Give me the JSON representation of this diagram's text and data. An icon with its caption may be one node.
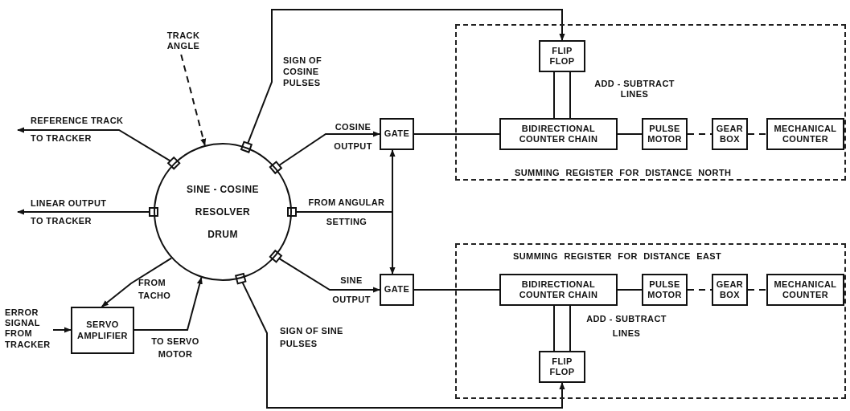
{
  "diagram": {
    "nodes": [
      {
        "text": [
          "TRACK ANGLE"
        ]
      },
      {
        "text": [
          "SINE - COSINE RESOLVER DRUM"
        ]
      },
      {
        "text": [
          "GATE"
        ]
      },
      {
        "text": [
          "SUMMING REGISTER FOR DISTANCE NORTH"
        ]
      },
      {
        "text": [
          "FLIP FLOP"
        ],
        "in": 3
      },
      {
        "text": [
          "BIDIRECTIONAL COUNTER CHAIN"
        ],
        "in": 3
      },
      {
        "text": [
          "PULSE MOTOR"
        ],
        "in": 3
      },
      {
        "text": [
          "GEAR BOX"
        ],
        "in": 3
      },
      {
        "text": [
          "MECHANICAL COUNTER"
        ],
        "in": 3
      },
      {
        "text": [
          "GATE"
        ]
      },
      {
        "text": [
          "SUMMING REGISTER FOR DISTANCE EAST"
        ]
      },
      {
        "text": [
          "BIDIRECTIONAL COUNTER CHAIN"
        ],
        "in": 10
      },
      {
        "text": [
          "PULSE MOTOR"
        ],
        "in": 10
      },
      {
        "text": [
          "GEAR BOX"
        ],
        "in": 10
      },
      {
        "text": [
          "MECHANICAL COUNTER"
        ],
        "in": 10
      },
      {
        "text": [
          "FLIP FLOP"
        ],
        "in": 10
      },
      {
        "text": [
          "ERROR SIGNAL FROM TRACKER"
        ]
      },
      {
        "text": [
          "SERVO AMPLIFIER"
        ]
      }
    ],
    "edges": [
      {
        "from": 0,
        "to": 1,
        "arrow": "to",
        "style": "dashed"
      },
      {
        "from": 1,
        "to": null,
        "arrow": "to",
        "label": "REFERENCE TRACK TO TRACKER"
      },
      {
        "from": 1,
        "to": null,
        "arrow": "to",
        "label": "LINEAR OUTPUT TO TRACKER"
      },
      {
        "from": 1,
        "to": 4,
        "arrow": "to",
        "label": "SIGN OF COSINE PULSES"
      },
      {
        "from": 1,
        "to": 2,
        "arrow": "to",
        "label": "COSINE OUTPUT"
      },
      {
        "from": 1,
        "to": 2,
        "arrow": "to",
        "label": "FROM ANGULAR SETTING"
      },
      {
        "from": 1,
        "to": 9,
        "arrow": "to"
      },
      {
        "from": 1,
        "to": 9,
        "arrow": "to",
        "label": "SINE OUTPUT"
      },
      {
        "from": 1,
        "to": 15,
        "arrow": "to",
        "label": "SIGN OF SINE PULSES"
      },
      {
        "from": 1,
        "to": 17,
        "arrow": "to",
        "label": "FROM TACHO"
      },
      {
        "from": 17,
        "to": 1,
        "arrow": "to",
        "label": "TO SERVO MOTOR"
      },
      {
        "from": 16,
        "to": 17,
        "arrow": "to"
      },
      {
        "from": 2,
        "to": 5,
        "arrow": "none"
      },
      {
        "from": 4,
        "to": 5,
        "arrow": "none"
      },
      {
        "from": 4,
        "to": 5,
        "arrow": "none",
        "label": "ADD - SUBTRACT LINES"
      },
      {
        "from": 5,
        "to": 6,
        "arrow": "none"
      },
      {
        "from": 6,
        "to": 7,
        "arrow": "none",
        "style": "dashed"
      },
      {
        "from": 7,
        "to": 8,
        "arrow": "none",
        "style": "dashed"
      },
      {
        "from": 9,
        "to": 11,
        "arrow": "none"
      },
      {
        "from": 11,
        "to": 15,
        "arrow": "none"
      },
      {
        "from": 11,
        "to": 15,
        "arrow": "none",
        "label": "ADD - SUBTRACT LINES"
      },
      {
        "from": 11,
        "to": 12,
        "arrow": "none"
      },
      {
        "from": 12,
        "to": 13,
        "arrow": "none",
        "style": "dashed"
      },
      {
        "from": 13,
        "to": 14,
        "arrow": "none",
        "style": "dashed"
      }
    ]
  }
}
